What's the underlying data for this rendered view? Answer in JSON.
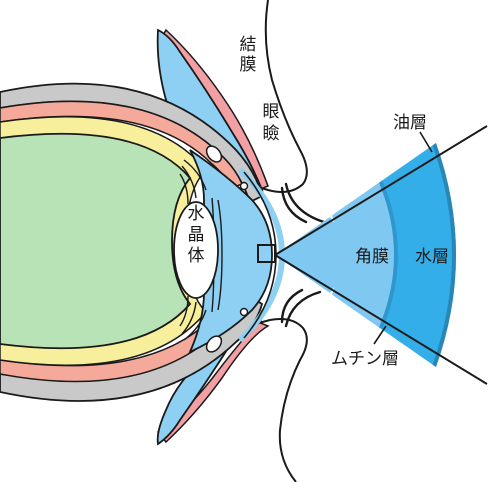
{
  "labels": {
    "conjunctiva": "結膜",
    "eyelid": "眼瞼",
    "lens": "水晶体",
    "cornea": "角膜",
    "water_layer": "水層",
    "oil_layer": "油層",
    "mucin_layer": "ムチン層"
  },
  "colors": {
    "vitreous": "#b7e3b6",
    "lens_body": "#ffffff",
    "eye_blue": "#8dd0f3",
    "sclera_gray": "#c9c9c9",
    "choroid_pink": "#f4a99a",
    "retina_yellow": "#f8ef9c",
    "conjunctiva_pink": "#f3a0a4",
    "mucin_fill": "#7fc8f1",
    "water_fill": "#33aee8",
    "oil_stroke": "#2b86b8",
    "outline": "#1a1a1a"
  }
}
